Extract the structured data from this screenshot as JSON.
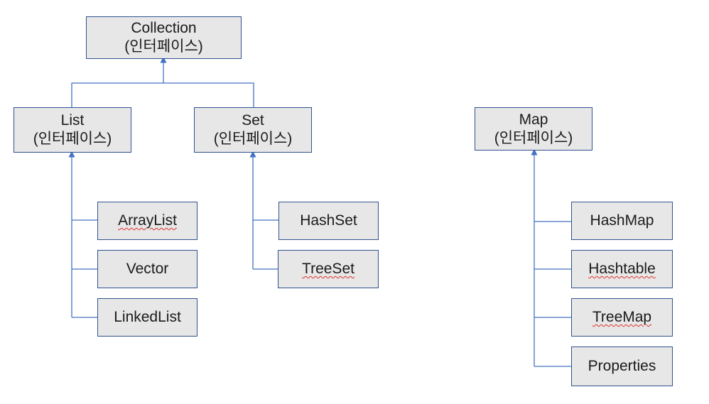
{
  "interface_label": "(인터페이스)",
  "nodes": {
    "collection": "Collection",
    "list": "List",
    "set": "Set",
    "map": "Map",
    "arraylist": "ArrayList",
    "vector": "Vector",
    "linkedlist": "LinkedList",
    "hashset": "HashSet",
    "treeset": "TreeSet",
    "hashmap": "HashMap",
    "hashtable": "Hashtable",
    "treemap": "TreeMap",
    "properties": "Properties"
  },
  "colors": {
    "box_fill": "#e7e7e7",
    "box_border": "#2f528f",
    "connector": "#4472c4",
    "spellcheck_underline": "#e0312c"
  }
}
